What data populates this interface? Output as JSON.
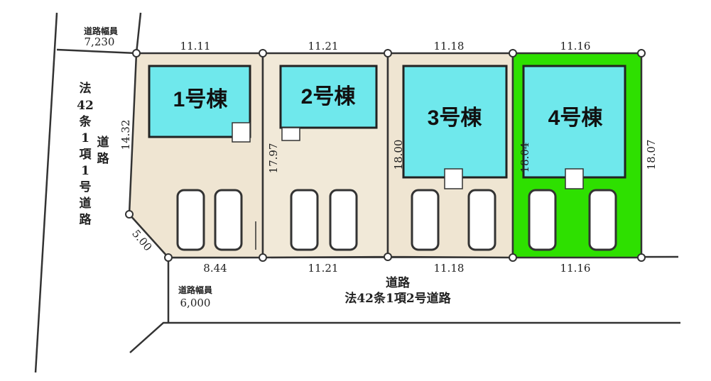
{
  "colors": {
    "lot": "#efe5d2",
    "lot_highlight": "#2ee000",
    "building": "#6fe8ec"
  },
  "roads": {
    "north_width_label": "道路幅員",
    "north_width_value": "7,230",
    "west_road_lines": [
      "法",
      "42",
      "条",
      "1",
      "項",
      "1",
      "号",
      "道",
      "路"
    ],
    "west_road_title": [
      "道",
      "路"
    ],
    "south_width_label": "道路幅員",
    "south_width_value": "6,000",
    "south_road_title": "道路",
    "south_road_type": "法42条1項2号道路"
  },
  "lots": [
    {
      "name": "1号棟",
      "top": "11.11",
      "bottom": "8.44",
      "left": "14.32",
      "corner": "5.00",
      "right": "17.97"
    },
    {
      "name": "2号棟",
      "top": "11.21",
      "bottom": "11.21",
      "right": "18.00"
    },
    {
      "name": "3号棟",
      "top": "11.18",
      "bottom": "11.18",
      "right": "18.04"
    },
    {
      "name": "4号棟",
      "top": "11.16",
      "bottom": "11.16",
      "right": "18.07"
    }
  ]
}
